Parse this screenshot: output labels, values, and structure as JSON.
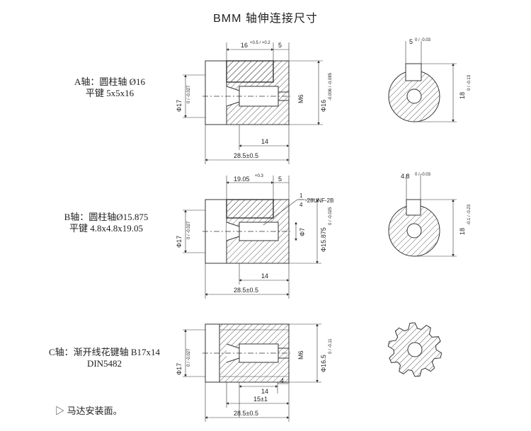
{
  "title": "BMM    轴伸连接尺寸",
  "shafts": [
    {
      "label_line1": "A轴：圆柱轴 Ø16",
      "label_line2": "平键 5x5x16",
      "dims": {
        "key_len": "16",
        "key_len_tol": "+0.5 / +0.2",
        "key_off": "5",
        "bore": "Φ17",
        "bore_tol": "0 / -0.027",
        "thread": "M6",
        "shaft_dia": "Φ16",
        "shaft_dia_tol": "-0.006 / -0.085",
        "depth": "14",
        "total": "28.5±0.5",
        "key_w": "5",
        "key_w_tol": "0 / -0.03",
        "key_h": "18",
        "key_h_tol": "0 / -0.13"
      }
    },
    {
      "label_line1": "B轴：圆柱轴Ø15.875",
      "label_line2": "平键 4.8x4.8x19.05",
      "dims": {
        "key_len": "19.05",
        "key_len_tol": "+0.3",
        "key_off": "5",
        "bore": "Φ17",
        "bore_tol": "0 / -0.027",
        "thread_frac_num": "1",
        "thread_frac_den": "4",
        "thread": "-28UNF-2B",
        "inner": "Φ7",
        "shaft_dia": "Φ15.875",
        "shaft_dia_tol": "0 / -0.025",
        "depth": "14",
        "total": "28.5±0.5",
        "key_w": "4.8",
        "key_w_tol": "0 / -0.03",
        "key_h": "18",
        "key_h_tol": "-0.1 / -0.23"
      }
    },
    {
      "label_line1": "C轴：渐开线花键轴 B17x14",
      "label_line2": "DIN5482",
      "dims": {
        "bore": "Φ17",
        "bore_tol": "0 / -0.027",
        "thread": "M6",
        "shaft_dia": "Φ16.5",
        "shaft_dia_tol": "0 / -0.11",
        "depth": "14",
        "spline_off": "4",
        "spline_len": "15±1",
        "total": "28.5±0.5"
      }
    }
  ],
  "note": "马达安装面。",
  "note_icon": "triangle-right-icon"
}
